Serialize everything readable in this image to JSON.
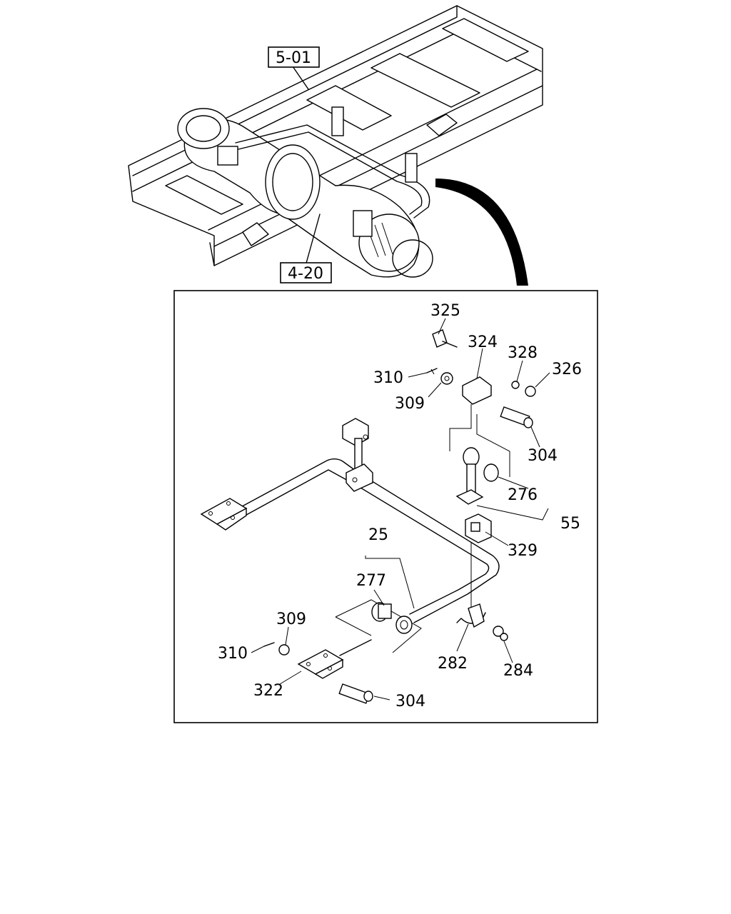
{
  "references": [
    {
      "id": "ref-frame",
      "label": "5-01"
    },
    {
      "id": "ref-axle",
      "label": "4-20"
    }
  ],
  "callouts": [
    {
      "id": "c325",
      "label": "325"
    },
    {
      "id": "c324",
      "label": "324"
    },
    {
      "id": "c328",
      "label": "328"
    },
    {
      "id": "c326",
      "label": "326"
    },
    {
      "id": "c310a",
      "label": "310"
    },
    {
      "id": "c309a",
      "label": "309"
    },
    {
      "id": "c304a",
      "label": "304"
    },
    {
      "id": "c276",
      "label": "276"
    },
    {
      "id": "c55",
      "label": "55"
    },
    {
      "id": "c329",
      "label": "329"
    },
    {
      "id": "c25",
      "label": "25"
    },
    {
      "id": "c277",
      "label": "277"
    },
    {
      "id": "c309b",
      "label": "309"
    },
    {
      "id": "c310b",
      "label": "310"
    },
    {
      "id": "c322",
      "label": "322"
    },
    {
      "id": "c282",
      "label": "282"
    },
    {
      "id": "c284",
      "label": "284"
    },
    {
      "id": "c304b",
      "label": "304"
    }
  ]
}
